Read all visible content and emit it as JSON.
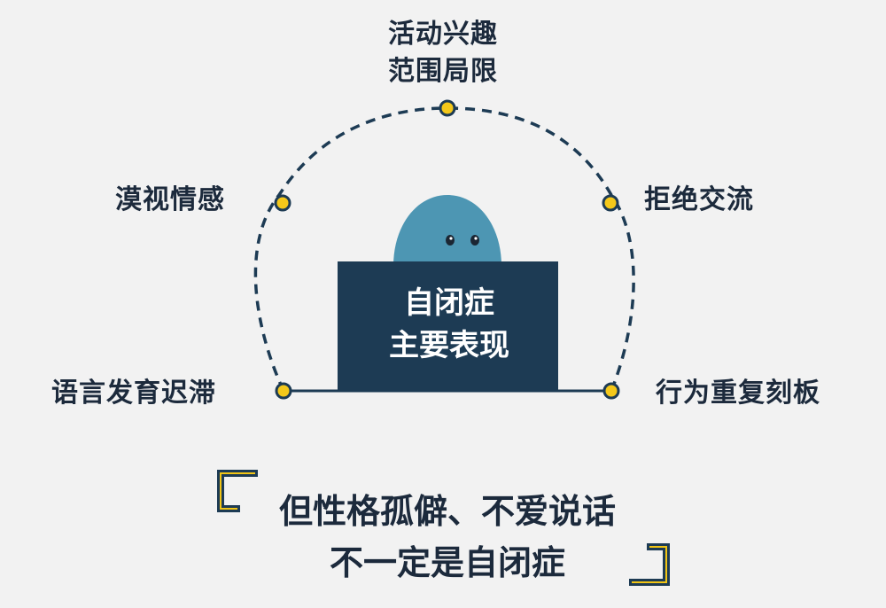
{
  "center": {
    "line1": "自闭症",
    "line2": "主要表现"
  },
  "symptoms": {
    "top_line1": "活动兴趣",
    "top_line2": "范围局限",
    "upper_left": "漠视情感",
    "upper_right": "拒绝交流",
    "lower_left": "语言发育迟滞",
    "lower_right": "行为重复刻板"
  },
  "quote": {
    "line1": "但性格孤僻、不爱说话",
    "line2": "不一定是自闭症"
  },
  "colors": {
    "background": "#f2f2f2",
    "navy": "#1d3b54",
    "blob": "#4d96b3",
    "dot": "#f4c81a",
    "text": "#1c2a3c",
    "bracket": "#f2c515"
  }
}
